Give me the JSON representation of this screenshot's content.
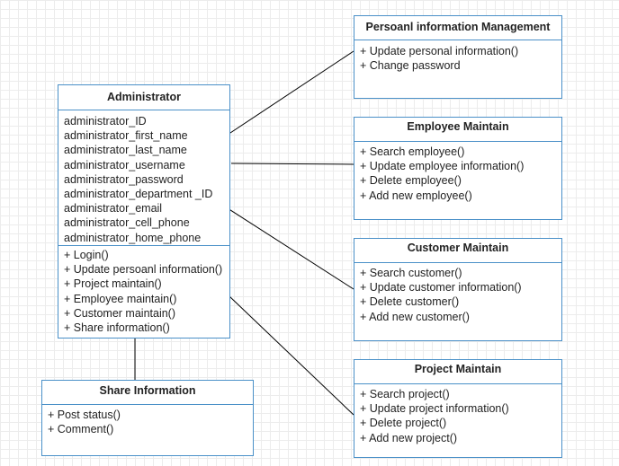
{
  "classes": {
    "administrator": {
      "title": "Administrator",
      "attributes": [
        "administrator_ID",
        "administrator_first_name",
        "administrator_last_name",
        "administrator_username",
        "administrator_password",
        "administrator_department _ID",
        "administrator_email",
        "administrator_cell_phone",
        "administrator_home_phone"
      ],
      "methods": [
        "+ Login()",
        "+ Update persoanl information()",
        "+ Project maintain()",
        "+ Employee maintain()",
        "+ Customer maintain()",
        "+ Share information()"
      ]
    },
    "personal_info": {
      "title": "Persoanl information Management",
      "methods": [
        "+ Update personal information()",
        "+ Change password"
      ]
    },
    "employee": {
      "title": "Employee Maintain",
      "methods": [
        "+ Search employee()",
        "+ Update employee information()",
        "+ Delete employee()",
        "+ Add new employee()"
      ]
    },
    "customer": {
      "title": "Customer Maintain",
      "methods": [
        "+ Search customer()",
        "+ Update customer information()",
        "+ Delete customer()",
        "+ Add new customer()"
      ]
    },
    "project": {
      "title": "Project Maintain",
      "methods": [
        "+ Search project()",
        "+ Update project information()",
        "+ Delete project()",
        "+ Add new project()"
      ]
    },
    "share": {
      "title": "Share Information",
      "methods": [
        "+ Post status()",
        "+ Comment()"
      ]
    }
  },
  "colors": {
    "border": "#4a90c8",
    "connector": "#000000"
  }
}
